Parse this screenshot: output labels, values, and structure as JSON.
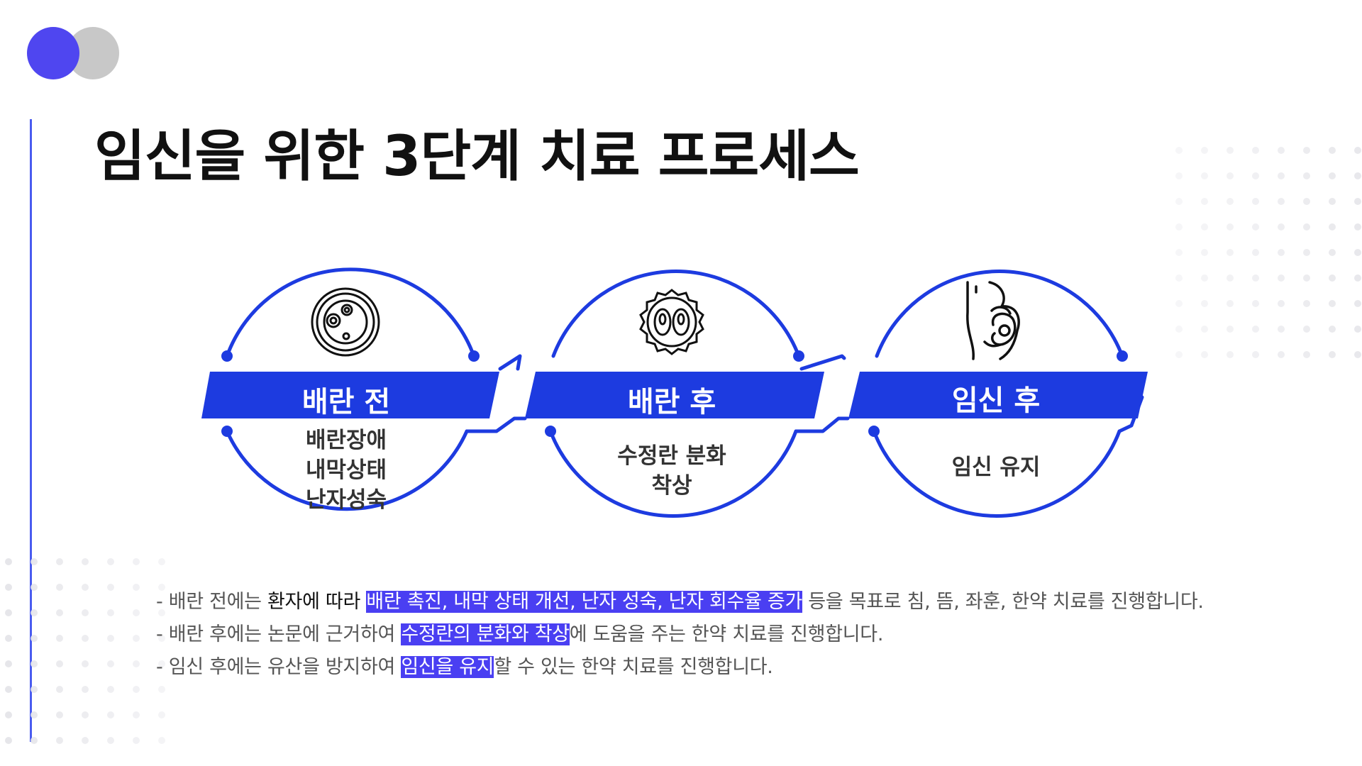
{
  "title": "임신을 위한 3단계 치료 프로세스",
  "colors": {
    "accent": "#1d3be0",
    "logo_blue": "#4f46f0",
    "logo_gray": "#c8c8c8",
    "highlight": "#4a3ff2"
  },
  "steps": [
    {
      "title": "배란 전",
      "icon": "ovum-cell-icon",
      "desc": [
        "배란장애",
        "내막상태",
        "난자성숙"
      ]
    },
    {
      "title": "배란 후",
      "icon": "dividing-embryo-icon",
      "desc": [
        "수정란 분화",
        "착상"
      ]
    },
    {
      "title": "임신 후",
      "icon": "pregnant-belly-icon",
      "desc": [
        "임신 유지"
      ]
    }
  ],
  "notes": [
    {
      "a": "- 배란 전에는 ",
      "b": "환자에 따라",
      "c": " ",
      "hl": "배란 촉진, 내막 상태 개선, 난자 성숙, 난자 회수율 증가",
      "d": " 등을 목표로 침, 뜸, 좌훈, 한약 치료를 진행합니다."
    },
    {
      "a": "- 배란 후에는 논문에 근거하여 ",
      "hl": "수정란의 분화와 착상",
      "d": "에 도움을 주는 한약 치료를 진행합니다."
    },
    {
      "a": "- 임신 후에는 유산을 방지하여 ",
      "hl": "임신을 유지",
      "d": "할 수 있는 한약 치료를 진행합니다."
    }
  ]
}
